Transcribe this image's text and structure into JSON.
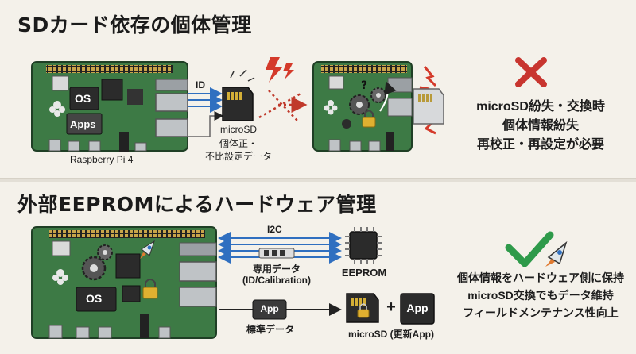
{
  "section1": {
    "title": "SDカード依存の個体管理",
    "board_os": "OS",
    "board_apps": "Apps",
    "board_name": "Raspberry Pi 4",
    "id_label": "ID",
    "sd_label_line1": "microSD",
    "sd_label_line2": "個体正・",
    "sd_label_line3": "不比設定データ",
    "result_line1": "microSD紛失・交換時",
    "result_line2": "個体情報紛失",
    "result_line3": "再校正・再設定が必要",
    "cross_icon": "cross-icon"
  },
  "section2": {
    "title": "外部EEPROMによるハードウェア管理",
    "board_os": "OS",
    "i2c_label": "I2C",
    "dedicated_line1": "専用データ",
    "dedicated_line2": "(ID/Calibration)",
    "eeprom_label": "EEPROM",
    "app_chip": "App",
    "standard_data": "標準データ",
    "app_box": "App",
    "plus": "+",
    "sd_app_label": "microSD (更新App)",
    "result_line1": "個体情報をハードウェア側に保持",
    "result_line2": "microSD交換でもデータ維持",
    "result_line3": "フィールドメンテナンス性向上",
    "check_icon": "check-icon"
  },
  "colors": {
    "board": "#3d7a45",
    "board_dark": "#2a5a33",
    "arrow_blue": "#2f6fc0",
    "cross_red": "#c8352f",
    "check_green": "#2e9a4a",
    "lightning_red": "#d43a2a",
    "dotted_red": "#c0392b"
  }
}
